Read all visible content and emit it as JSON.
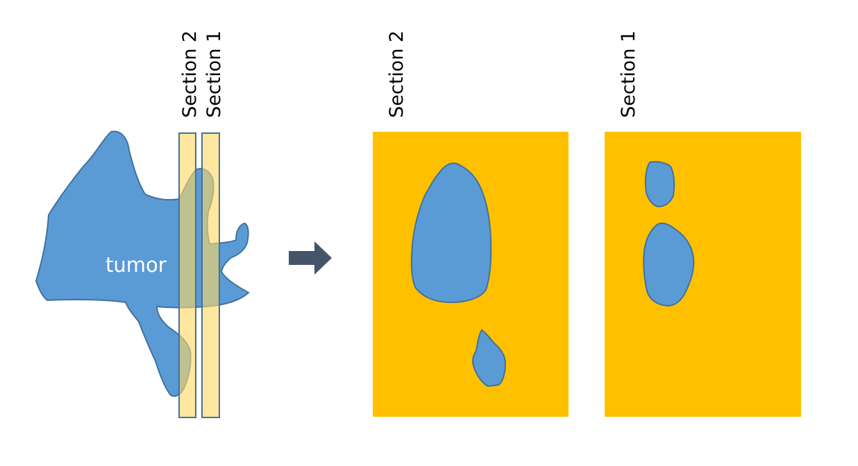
{
  "tumor": {
    "label": "tumor"
  },
  "slices": {
    "section2_label": "Section 2",
    "section1_label": "Section 1"
  },
  "panels": {
    "section2_title": "Section 2",
    "section1_title": "Section 1"
  },
  "arrow": {
    "icon": "arrow-right-icon"
  },
  "colors": {
    "tumor_fill": "#5b9bd5",
    "tumor_stroke": "#41719c",
    "section_fill": "#ffc000",
    "slice_fill": "#ffd966",
    "arrow": "#44546a"
  }
}
